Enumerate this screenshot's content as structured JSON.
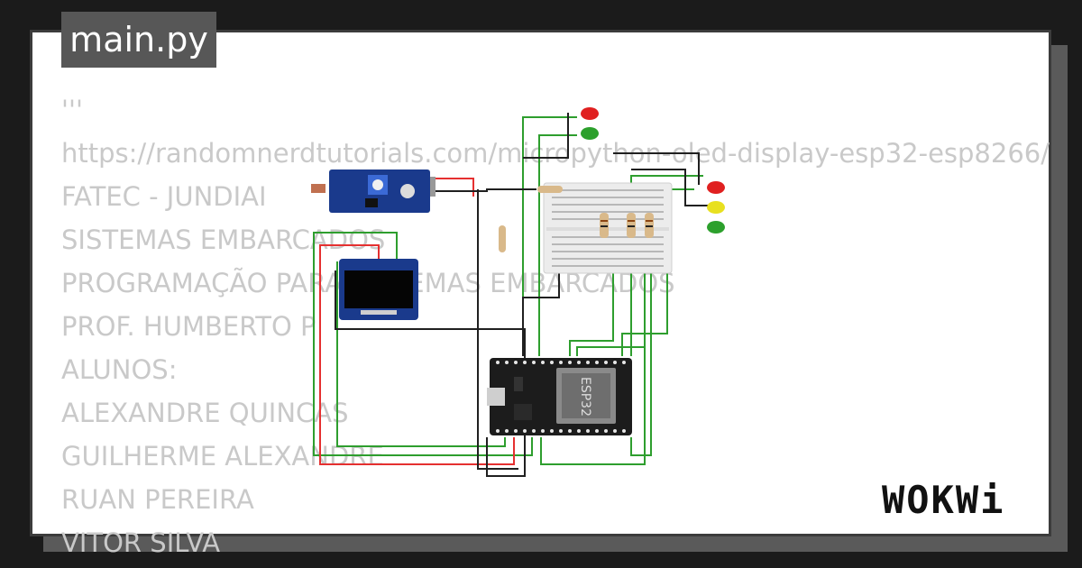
{
  "tab": {
    "title": "main.py"
  },
  "code_lines": [
    "'''",
    "https://randomnerdtutorials.com/micropython-oled-display-esp32-esp8266/",
    "FATEC - JUNDIAI",
    "SISTEMAS EMBARCADOS",
    "PROGRAMAÇÃO PARA SISTEMAS EMBARCADOS",
    "PROF. HUMBERTO P",
    "ALUNOS:",
    "ALEXANDRE QUINCAS",
    "GUILHERME ALEXANDRE",
    "RUAN PEREIRA",
    "VITOR SILVA"
  ],
  "board": {
    "chip_label": "ESP32"
  },
  "brand": {
    "logo": "WOKWi"
  },
  "colors": {
    "wire_green": "#2e9e2e",
    "wire_red": "#e53030",
    "wire_black": "#202020",
    "led_red": "#e02020",
    "led_green": "#2ca02c",
    "led_yellow": "#e8e020",
    "module_blue": "#1a3a8c"
  }
}
